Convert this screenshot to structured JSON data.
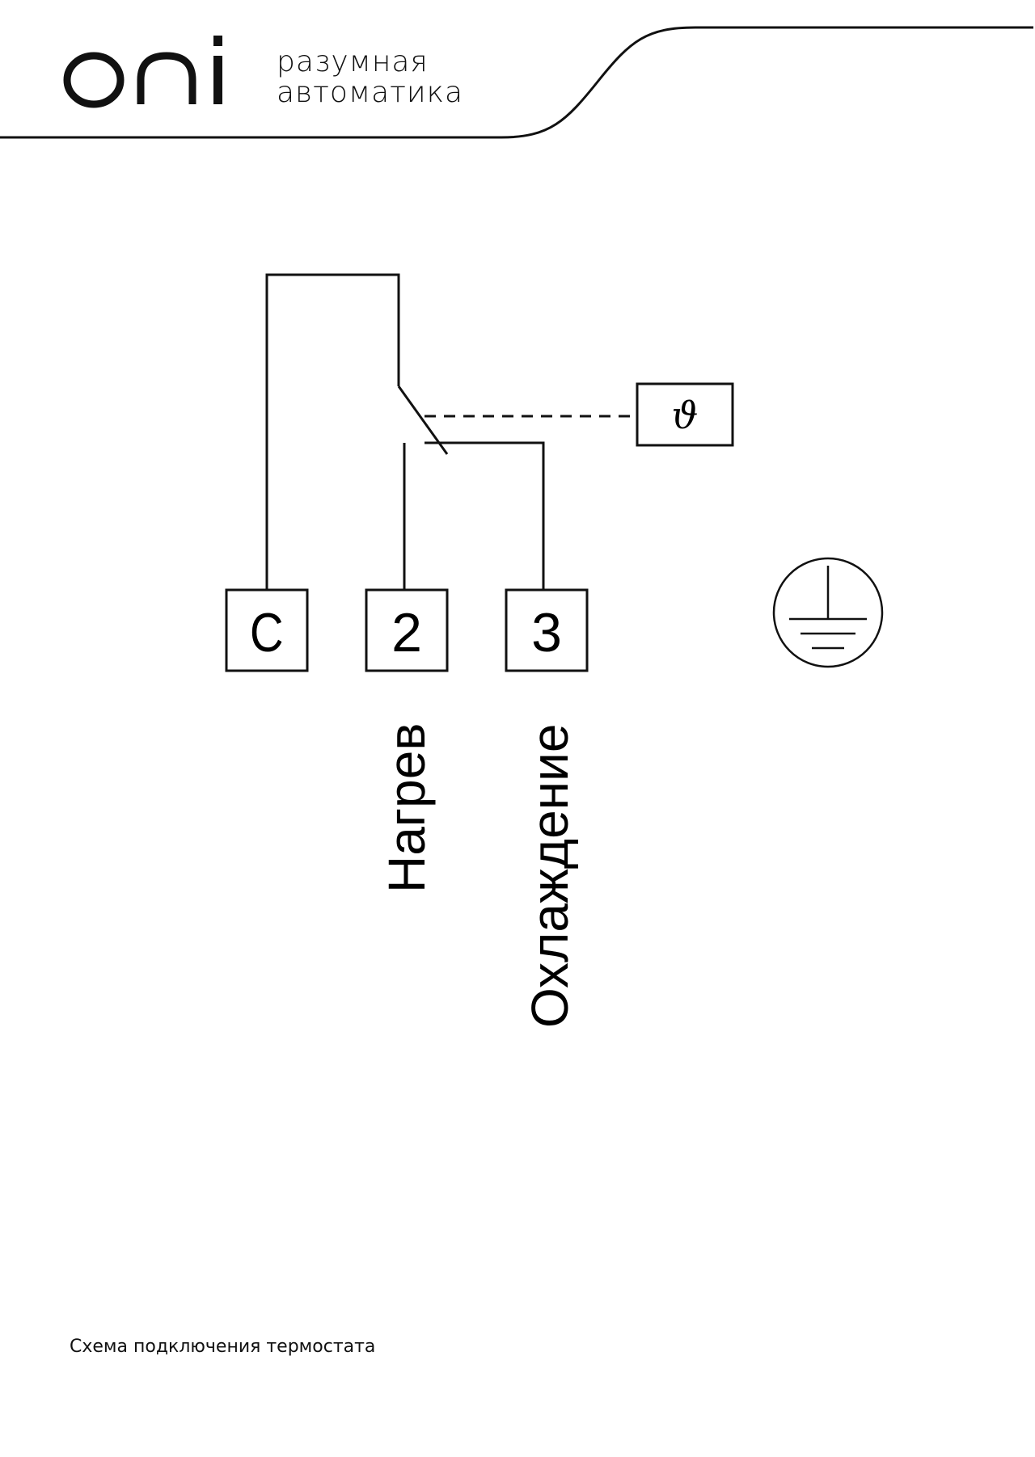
{
  "brand": {
    "logo_text": "oni",
    "tagline_line1": "разумная",
    "tagline_line2": "автоматика"
  },
  "diagram": {
    "terminals": [
      {
        "label": "C"
      },
      {
        "label": "2"
      },
      {
        "label": "3"
      }
    ],
    "outputs": {
      "heating": "Нагрев",
      "cooling": "Охлаждение"
    },
    "sensor_symbol": "ϑ",
    "ground_symbol": "ground-icon"
  },
  "caption": "Схема подключения термостата"
}
